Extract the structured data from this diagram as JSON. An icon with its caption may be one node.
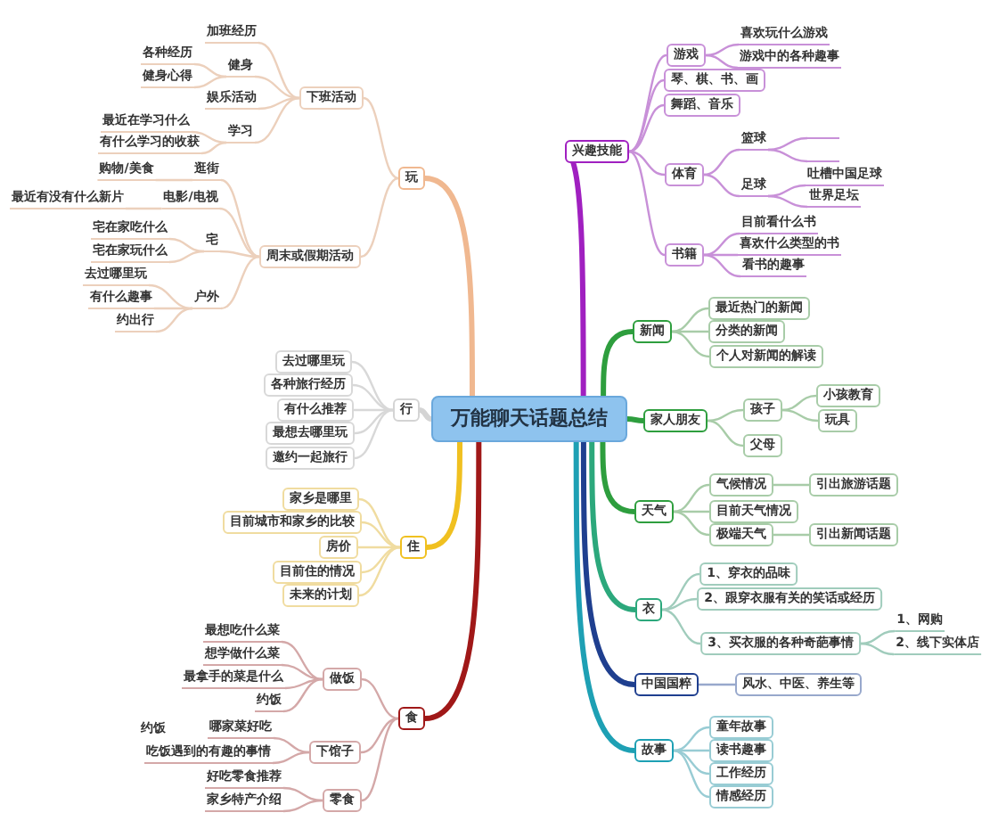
{
  "diagram": {
    "nodes": [
      {
        "text": [
          "万能聊天话题总结"
        ]
      },
      {
        "text": [
          "兴趣技能"
        ]
      },
      {
        "text": [
          "游戏"
        ]
      },
      {
        "text": [
          "喜欢玩什么游戏"
        ]
      },
      {
        "text": [
          "游戏中的各种趣事"
        ]
      },
      {
        "text": [
          "琴、棋、书、画"
        ]
      },
      {
        "text": [
          "舞蹈、音乐"
        ]
      },
      {
        "text": [
          "体育"
        ]
      },
      {
        "text": [
          "篮球"
        ]
      },
      {
        "text": [],
        "shape": "bar"
      },
      {
        "text": [],
        "shape": "bar"
      },
      {
        "text": [
          "足球"
        ]
      },
      {
        "text": [
          "吐槽中国足球"
        ]
      },
      {
        "text": [
          "世界足坛"
        ]
      },
      {
        "text": [
          "书籍"
        ]
      },
      {
        "text": [
          "目前看什么书"
        ]
      },
      {
        "text": [
          "喜欢什么类型的书"
        ]
      },
      {
        "text": [
          "看书的趣事"
        ]
      },
      {
        "text": [
          "新闻"
        ]
      },
      {
        "text": [
          "最近热门的新闻"
        ]
      },
      {
        "text": [
          "分类的新闻"
        ]
      },
      {
        "text": [
          "个人对新闻的解读"
        ]
      },
      {
        "text": [
          "家人朋友"
        ]
      },
      {
        "text": [
          "孩子"
        ]
      },
      {
        "text": [
          "小孩教育"
        ]
      },
      {
        "text": [
          "玩具"
        ]
      },
      {
        "text": [
          "父母"
        ]
      },
      {
        "text": [
          "天气"
        ]
      },
      {
        "text": [
          "气候情况"
        ]
      },
      {
        "text": [
          "引出旅游话题"
        ]
      },
      {
        "text": [
          "目前天气情况"
        ]
      },
      {
        "text": [
          "极端天气"
        ]
      },
      {
        "text": [
          "引出新闻话题"
        ]
      },
      {
        "text": [
          "衣"
        ]
      },
      {
        "text": [
          "1、穿衣的品味"
        ]
      },
      {
        "text": [
          "2、跟穿衣服有关的笑话或经历"
        ]
      },
      {
        "text": [
          "3、买衣服的各种奇葩事情"
        ]
      },
      {
        "text": [
          "1、网购"
        ]
      },
      {
        "text": [
          "2、线下实体店"
        ]
      },
      {
        "text": [
          "中国国粹"
        ]
      },
      {
        "text": [
          "风水、中医、养生等"
        ]
      },
      {
        "text": [
          "故事"
        ]
      },
      {
        "text": [
          "童年故事"
        ]
      },
      {
        "text": [
          "读书趣事"
        ]
      },
      {
        "text": [
          "工作经历"
        ]
      },
      {
        "text": [
          "情感经历"
        ]
      },
      {
        "text": [
          "玩"
        ]
      },
      {
        "text": [
          "下班活动"
        ]
      },
      {
        "text": [
          "加班经历"
        ]
      },
      {
        "text": [
          "健身"
        ]
      },
      {
        "text": [
          "各种经历"
        ]
      },
      {
        "text": [
          "健身心得"
        ]
      },
      {
        "text": [
          "娱乐活动"
        ]
      },
      {
        "text": [
          "学习"
        ]
      },
      {
        "text": [
          "最近在学习什么"
        ]
      },
      {
        "text": [
          "有什么学习的收获"
        ]
      },
      {
        "text": [
          "周末或假期活动"
        ]
      },
      {
        "text": [
          "逛街"
        ]
      },
      {
        "text": [
          "购物/美食"
        ]
      },
      {
        "text": [
          "电影/电视"
        ]
      },
      {
        "text": [
          "最近有没有什么新片"
        ]
      },
      {
        "text": [
          "宅"
        ]
      },
      {
        "text": [
          "宅在家吃什么"
        ]
      },
      {
        "text": [
          "宅在家玩什么"
        ]
      },
      {
        "text": [
          "户外"
        ]
      },
      {
        "text": [
          "去过哪里玩"
        ]
      },
      {
        "text": [
          "有什么趣事"
        ]
      },
      {
        "text": [
          "约出行"
        ]
      },
      {
        "text": [
          "行"
        ]
      },
      {
        "text": [
          "去过哪里玩"
        ]
      },
      {
        "text": [
          "各种旅行经历"
        ]
      },
      {
        "text": [
          "有什么推荐"
        ]
      },
      {
        "text": [
          "最想去哪里玩"
        ]
      },
      {
        "text": [
          "邀约一起旅行"
        ]
      },
      {
        "text": [
          "住"
        ]
      },
      {
        "text": [
          "家乡是哪里"
        ]
      },
      {
        "text": [
          "目前城市和家乡的比较"
        ]
      },
      {
        "text": [
          "房价"
        ]
      },
      {
        "text": [
          "目前住的情况"
        ]
      },
      {
        "text": [
          "未来的计划"
        ]
      },
      {
        "text": [
          "食"
        ]
      },
      {
        "text": [
          "做饭"
        ]
      },
      {
        "text": [
          "最想吃什么菜"
        ]
      },
      {
        "text": [
          "想学做什么菜"
        ]
      },
      {
        "text": [
          "最拿手的菜是什么"
        ]
      },
      {
        "text": [
          "约饭"
        ]
      },
      {
        "text": [
          "下馆子"
        ]
      },
      {
        "text": [
          "哪家菜好吃"
        ]
      },
      {
        "text": [
          "吃饭遇到的有趣的事情"
        ]
      },
      {
        "text": [
          "零食"
        ]
      },
      {
        "text": [
          "好吃零食推荐"
        ]
      },
      {
        "text": [
          "家乡特产介绍"
        ]
      }
    ],
    "edges": [
      {
        "from": 0,
        "to": 1,
        "arrow": "none",
        "style": "thick",
        "color": "#a020c0"
      },
      {
        "from": 1,
        "to": 2,
        "arrow": "none",
        "color": "#c890d8"
      },
      {
        "from": 2,
        "to": 3,
        "arrow": "none",
        "color": "#c890d8"
      },
      {
        "from": 2,
        "to": 4,
        "arrow": "none",
        "color": "#c890d8"
      },
      {
        "from": 1,
        "to": 5,
        "arrow": "none",
        "color": "#c890d8"
      },
      {
        "from": 1,
        "to": 6,
        "arrow": "none",
        "color": "#c890d8"
      },
      {
        "from": 1,
        "to": 7,
        "arrow": "none",
        "color": "#c890d8"
      },
      {
        "from": 7,
        "to": 8,
        "arrow": "none",
        "color": "#c890d8"
      },
      {
        "from": 8,
        "to": 9,
        "arrow": "none",
        "color": "#c890d8"
      },
      {
        "from": 8,
        "to": 10,
        "arrow": "none",
        "color": "#c890d8"
      },
      {
        "from": 7,
        "to": 11,
        "arrow": "none",
        "color": "#c890d8"
      },
      {
        "from": 11,
        "to": 12,
        "arrow": "none",
        "color": "#c890d8"
      },
      {
        "from": 11,
        "to": 13,
        "arrow": "none",
        "color": "#c890d8"
      },
      {
        "from": 1,
        "to": 14,
        "arrow": "none",
        "color": "#c890d8"
      },
      {
        "from": 14,
        "to": 15,
        "arrow": "none",
        "color": "#c890d8"
      },
      {
        "from": 14,
        "to": 16,
        "arrow": "none",
        "color": "#c890d8"
      },
      {
        "from": 14,
        "to": 17,
        "arrow": "none",
        "color": "#c890d8"
      },
      {
        "from": 0,
        "to": 18,
        "arrow": "none",
        "style": "thick",
        "color": "#2e9e3e"
      },
      {
        "from": 18,
        "to": 19,
        "arrow": "none",
        "color": "#a8cca8"
      },
      {
        "from": 18,
        "to": 20,
        "arrow": "none",
        "color": "#a8cca8"
      },
      {
        "from": 18,
        "to": 21,
        "arrow": "none",
        "color": "#a8cca8"
      },
      {
        "from": 0,
        "to": 22,
        "arrow": "none",
        "style": "thick",
        "color": "#2e9e3e"
      },
      {
        "from": 22,
        "to": 23,
        "arrow": "none",
        "color": "#a8cca8"
      },
      {
        "from": 23,
        "to": 24,
        "arrow": "none",
        "color": "#a8cca8"
      },
      {
        "from": 23,
        "to": 25,
        "arrow": "none",
        "color": "#a8cca8"
      },
      {
        "from": 22,
        "to": 26,
        "arrow": "none",
        "color": "#a8cca8"
      },
      {
        "from": 0,
        "to": 27,
        "arrow": "none",
        "style": "thick",
        "color": "#2e9e3e"
      },
      {
        "from": 27,
        "to": 28,
        "arrow": "none",
        "color": "#a8cca8"
      },
      {
        "from": 28,
        "to": 29,
        "arrow": "none",
        "color": "#a8cca8"
      },
      {
        "from": 27,
        "to": 30,
        "arrow": "none",
        "color": "#a8cca8"
      },
      {
        "from": 27,
        "to": 31,
        "arrow": "none",
        "color": "#a8cca8"
      },
      {
        "from": 31,
        "to": 32,
        "arrow": "none",
        "color": "#a8cca8"
      },
      {
        "from": 0,
        "to": 33,
        "arrow": "none",
        "style": "thick",
        "color": "#2ca87c"
      },
      {
        "from": 33,
        "to": 34,
        "arrow": "none",
        "color": "#a0ccbc"
      },
      {
        "from": 33,
        "to": 35,
        "arrow": "none",
        "color": "#a0ccbc"
      },
      {
        "from": 33,
        "to": 36,
        "arrow": "none",
        "color": "#a0ccbc"
      },
      {
        "from": 36,
        "to": 37,
        "arrow": "none",
        "color": "#a0ccbc"
      },
      {
        "from": 36,
        "to": 38,
        "arrow": "none",
        "color": "#a0ccbc"
      },
      {
        "from": 0,
        "to": 39,
        "arrow": "none",
        "style": "thick",
        "color": "#1f3f8f"
      },
      {
        "from": 39,
        "to": 40,
        "arrow": "none",
        "color": "#98a8cc"
      },
      {
        "from": 0,
        "to": 41,
        "arrow": "none",
        "style": "thick",
        "color": "#1ea0b4"
      },
      {
        "from": 41,
        "to": 42,
        "arrow": "none",
        "color": "#98ccd4"
      },
      {
        "from": 41,
        "to": 43,
        "arrow": "none",
        "color": "#98ccd4"
      },
      {
        "from": 41,
        "to": 44,
        "arrow": "none",
        "color": "#98ccd4"
      },
      {
        "from": 41,
        "to": 45,
        "arrow": "none",
        "color": "#98ccd4"
      },
      {
        "from": 0,
        "to": 46,
        "arrow": "none",
        "style": "thick",
        "color": "#f0b890"
      },
      {
        "from": 46,
        "to": 47,
        "arrow": "none",
        "color": "#ecd0bc"
      },
      {
        "from": 47,
        "to": 48,
        "arrow": "none",
        "color": "#ecd0bc"
      },
      {
        "from": 47,
        "to": 49,
        "arrow": "none",
        "color": "#ecd0bc"
      },
      {
        "from": 49,
        "to": 50,
        "arrow": "none",
        "color": "#ecd0bc"
      },
      {
        "from": 49,
        "to": 51,
        "arrow": "none",
        "color": "#ecd0bc"
      },
      {
        "from": 47,
        "to": 52,
        "arrow": "none",
        "color": "#ecd0bc"
      },
      {
        "from": 47,
        "to": 53,
        "arrow": "none",
        "color": "#ecd0bc"
      },
      {
        "from": 53,
        "to": 54,
        "arrow": "none",
        "color": "#ecd0bc"
      },
      {
        "from": 53,
        "to": 55,
        "arrow": "none",
        "color": "#ecd0bc"
      },
      {
        "from": 46,
        "to": 56,
        "arrow": "none",
        "color": "#ecd0bc"
      },
      {
        "from": 56,
        "to": 57,
        "arrow": "none",
        "color": "#ecd0bc"
      },
      {
        "from": 57,
        "to": 58,
        "arrow": "none",
        "color": "#ecd0bc"
      },
      {
        "from": 56,
        "to": 59,
        "arrow": "none",
        "color": "#ecd0bc"
      },
      {
        "from": 59,
        "to": 60,
        "arrow": "none",
        "color": "#ecd0bc"
      },
      {
        "from": 56,
        "to": 61,
        "arrow": "none",
        "color": "#ecd0bc"
      },
      {
        "from": 61,
        "to": 62,
        "arrow": "none",
        "color": "#ecd0bc"
      },
      {
        "from": 61,
        "to": 63,
        "arrow": "none",
        "color": "#ecd0bc"
      },
      {
        "from": 56,
        "to": 64,
        "arrow": "none",
        "color": "#ecd0bc"
      },
      {
        "from": 64,
        "to": 65,
        "arrow": "none",
        "color": "#ecd0bc"
      },
      {
        "from": 64,
        "to": 66,
        "arrow": "none",
        "color": "#ecd0bc"
      },
      {
        "from": 64,
        "to": 67,
        "arrow": "none",
        "color": "#ecd0bc"
      },
      {
        "from": 0,
        "to": 68,
        "arrow": "none",
        "style": "thick",
        "color": "#d4d4d4"
      },
      {
        "from": 68,
        "to": 69,
        "arrow": "none",
        "color": "#d8d8d8"
      },
      {
        "from": 68,
        "to": 70,
        "arrow": "none",
        "color": "#d8d8d8"
      },
      {
        "from": 68,
        "to": 71,
        "arrow": "none",
        "color": "#d8d8d8"
      },
      {
        "from": 68,
        "to": 72,
        "arrow": "none",
        "color": "#d8d8d8"
      },
      {
        "from": 68,
        "to": 73,
        "arrow": "none",
        "color": "#d8d8d8"
      },
      {
        "from": 0,
        "to": 74,
        "arrow": "none",
        "style": "thick",
        "color": "#f0c020"
      },
      {
        "from": 74,
        "to": 75,
        "arrow": "none",
        "color": "#f0dca0"
      },
      {
        "from": 74,
        "to": 76,
        "arrow": "none",
        "color": "#f0dca0"
      },
      {
        "from": 74,
        "to": 77,
        "arrow": "none",
        "color": "#f0dca0"
      },
      {
        "from": 74,
        "to": 78,
        "arrow": "none",
        "color": "#f0dca0"
      },
      {
        "from": 74,
        "to": 79,
        "arrow": "none",
        "color": "#f0dca0"
      },
      {
        "from": 0,
        "to": 80,
        "arrow": "none",
        "style": "thick",
        "color": "#a01818"
      },
      {
        "from": 80,
        "to": 81,
        "arrow": "none",
        "color": "#d4a8a8"
      },
      {
        "from": 81,
        "to": 82,
        "arrow": "none",
        "color": "#d4a8a8"
      },
      {
        "from": 81,
        "to": 83,
        "arrow": "none",
        "color": "#d4a8a8"
      },
      {
        "from": 81,
        "to": 84,
        "arrow": "none",
        "color": "#d4a8a8"
      },
      {
        "from": 81,
        "to": 85,
        "arrow": "none",
        "color": "#d4a8a8"
      },
      {
        "from": 80,
        "to": 86,
        "arrow": "none",
        "color": "#d4a8a8"
      },
      {
        "from": 86,
        "to": 87,
        "arrow": "none",
        "color": "#d4a8a8"
      },
      {
        "from": 86,
        "to": 88,
        "arrow": "none",
        "color": "#d4a8a8"
      },
      {
        "from": 80,
        "to": 89,
        "arrow": "none",
        "color": "#d4a8a8"
      },
      {
        "from": 89,
        "to": 90,
        "arrow": "none",
        "color": "#d4a8a8"
      },
      {
        "from": 89,
        "to": 91,
        "arrow": "none",
        "color": "#d4a8a8"
      }
    ],
    "labels": [
      "约饭"
    ]
  }
}
